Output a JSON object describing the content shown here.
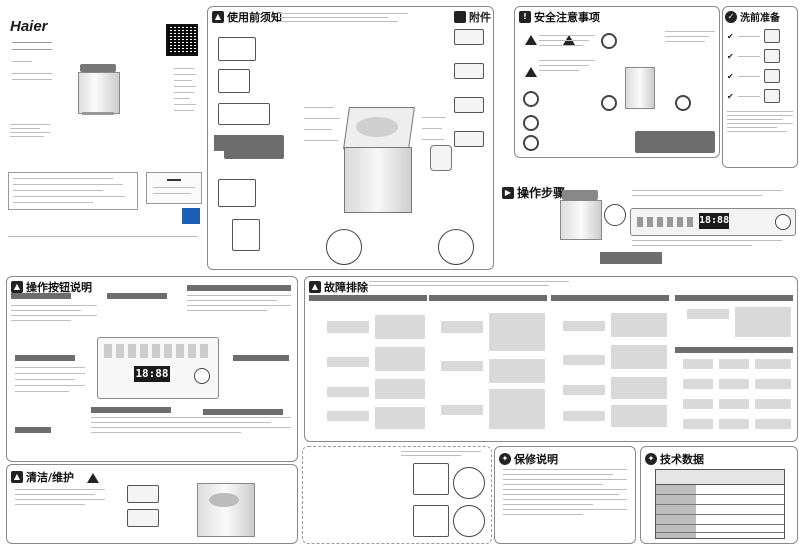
{
  "brand": "Haier",
  "sections": {
    "before_use": "使用前须知",
    "accessories": "附件",
    "safety": "安全注意事项",
    "pre_wash": "洗前准备",
    "operation": "操作步骤",
    "controls": "操作按钮说明",
    "troubleshooting": "故障排除",
    "cleaning": "清洁/维护",
    "warranty": "保修说明",
    "specs": "技术数据"
  },
  "display_digits": "18:88",
  "display_digits_2": "18:88"
}
